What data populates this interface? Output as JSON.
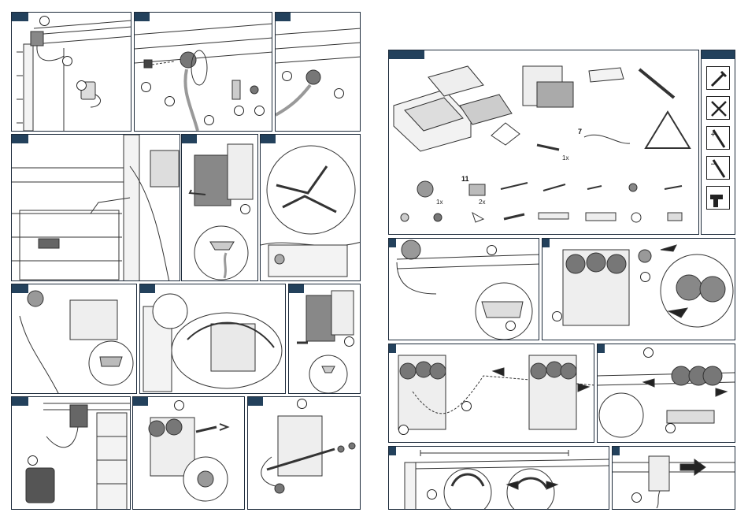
{
  "parts_panel": {
    "label_7": "7",
    "label_11": "11",
    "qty_remote": "1x",
    "qty_bolt": "1x",
    "qty_roller": "1x",
    "qty_bracket": "2x"
  },
  "tools": [
    "wrench-icon",
    "pliers-icon",
    "phillips-screwdriver-icon",
    "flat-screwdriver-icon",
    "power-drill-icon"
  ],
  "colors": {
    "accent": "#23415c",
    "line": "#1c2a3a"
  }
}
